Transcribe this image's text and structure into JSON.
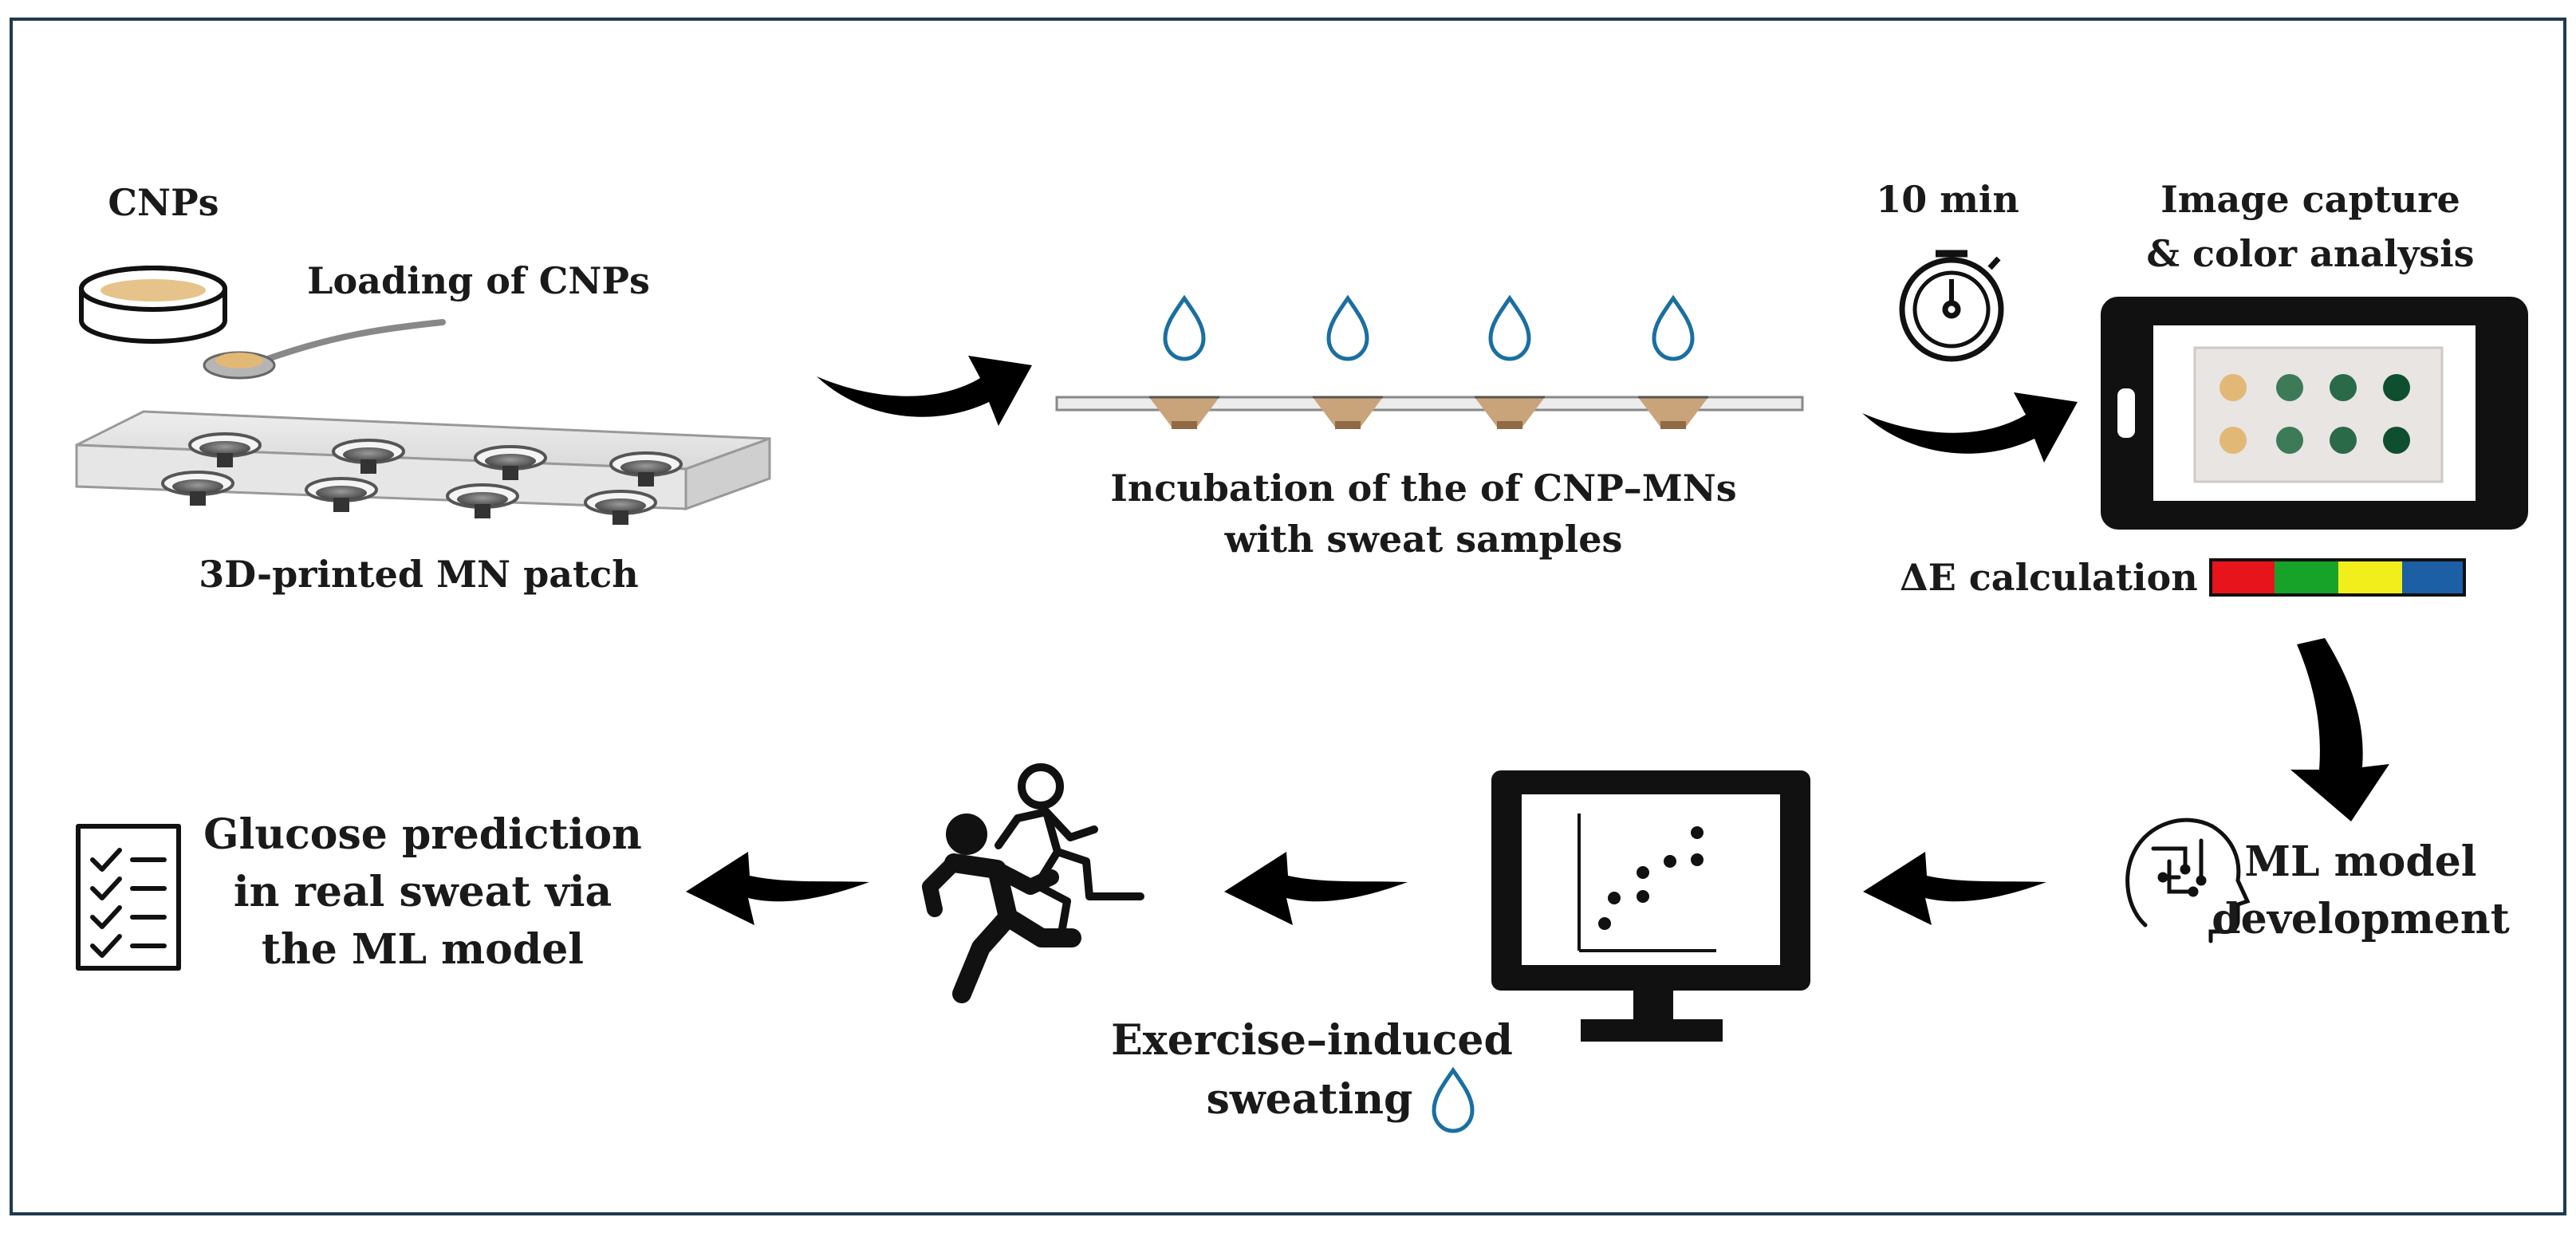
{
  "figure": {
    "labels": {
      "cnps": "CNPs",
      "loading": "Loading of CNPs",
      "patch": "3D-printed MN patch",
      "incubation_line1": "Incubation of the of CNP–MNs",
      "incubation_line2": "with sweat samples",
      "time": "10 min",
      "capture_line1": "Image capture",
      "capture_line2": "& color analysis",
      "delta_e": "ΔE calculation",
      "ml_line1": "ML model",
      "ml_line2": "development",
      "exercise_line1": "Exercise–induced",
      "exercise_line2": "sweating",
      "glucose_line1": "Glucose prediction",
      "glucose_line2": "in real sweat via",
      "glucose_line3": "the ML model"
    },
    "colors": {
      "frame": "#1f3b4d",
      "drop": "#1a6fa0",
      "cone": "#c9a47a",
      "wells_plain": "#e2b877",
      "wells_colored": "#2e6b4a",
      "scale": [
        "#e8141b",
        "#17a32a",
        "#f2ee1c",
        "#1c5fa4"
      ]
    },
    "icons": [
      "petri-dish-icon",
      "spoon-icon",
      "drop-icon",
      "stopwatch-icon",
      "tablet-icon",
      "brain-chip-icon",
      "monitor-icon",
      "runners-icon",
      "checklist-icon",
      "arrow-icon"
    ]
  }
}
